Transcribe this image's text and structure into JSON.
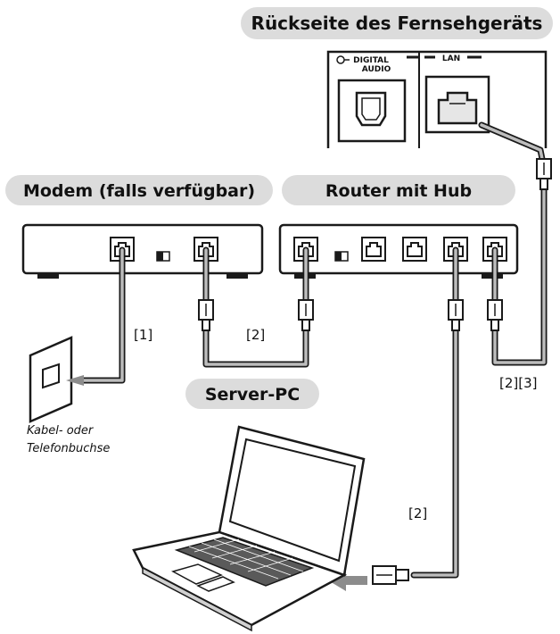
{
  "titles": {
    "tv_back": "Rückseite des Fernsehgeräts",
    "modem": "Modem (falls verfügbar)",
    "router": "Router mit Hub",
    "server_pc": "Server-PC"
  },
  "tv_ports": {
    "digital_audio_line1": "DIGITAL",
    "digital_audio_line2": "AUDIO",
    "lan": "LAN"
  },
  "cable_labels": {
    "modem_wall": "[1]",
    "modem_router": "[2]",
    "router_tv": "[2][3]",
    "router_pc": "[2]"
  },
  "wall_jack": {
    "line1": "Kabel- oder",
    "line2": "Telefonbuchse"
  },
  "colors": {
    "pill_bg": "#dcdcdc",
    "device_fill": "#ffffff",
    "stroke": "#1a1a1a",
    "cable": "#9a9a9a",
    "arrow": "#8c8c8c"
  }
}
